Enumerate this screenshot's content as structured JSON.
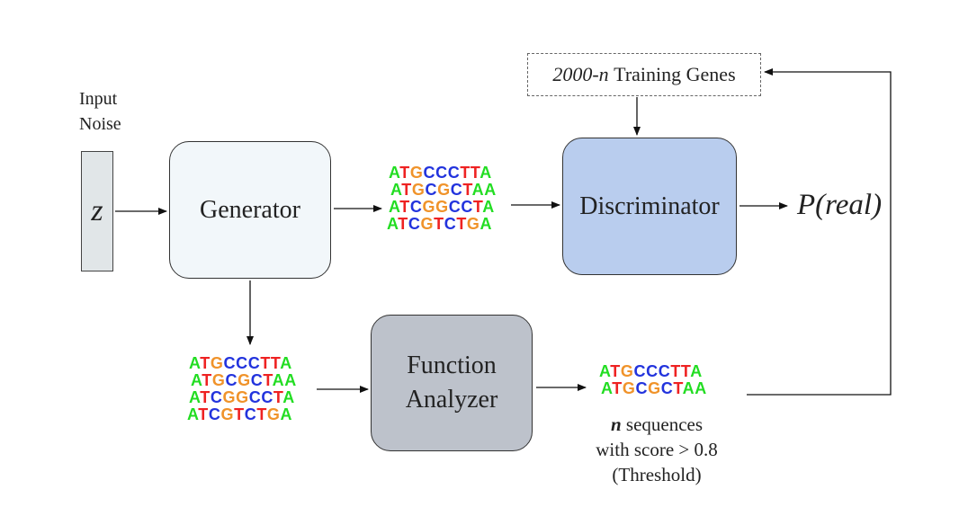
{
  "input_noise": {
    "line1": "Input",
    "line2": "Noise",
    "symbol": "z"
  },
  "generator": {
    "label": "Generator"
  },
  "discriminator": {
    "label": "Discriminator"
  },
  "function_analyzer": {
    "line1": "Function",
    "line2": "Analyzer"
  },
  "training_genes": {
    "prefix": "2000-n",
    "rest": "Training Genes"
  },
  "output": {
    "label": "P(real)"
  },
  "sequences": {
    "generator_output": [
      "ATGCCCTTA",
      "ATGCGCTAA",
      "ATCGGCCTA",
      "ATCGTCTGA"
    ],
    "analyzer_input": [
      "ATGCCCTTA",
      "ATGCGCTAA",
      "ATCGGCCTA",
      "ATCGTCTGA"
    ],
    "selected": [
      "ATGCCCTTA",
      "ATGCGCTAA"
    ]
  },
  "selection_caption": {
    "n": "n",
    "line1_rest": " sequences",
    "line2": "with score > 0.8",
    "line3": "(Threshold)"
  },
  "nucleotide_colors": {
    "A": "#22dd22",
    "T": "#ee2222",
    "G": "#f0932a",
    "C": "#2233dd"
  }
}
